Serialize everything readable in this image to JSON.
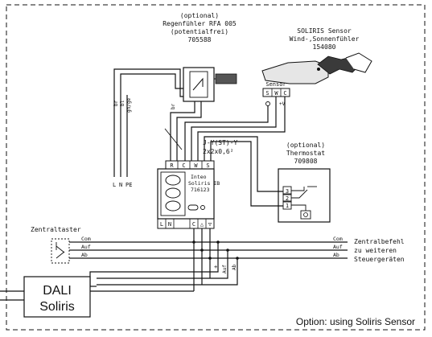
{
  "rain_sensor": {
    "optional": "(optional)",
    "name": "Regenfühler RFA 005",
    "note": "(potentialfrei)",
    "code": "705588"
  },
  "soliris_sensor": {
    "name": "SOLIRIS Sensor",
    "desc": "Wind-,Sonnenfühler",
    "code": "154080",
    "box_label": "Sensor",
    "pins": [
      "S",
      "W",
      "C"
    ],
    "plus": "+V"
  },
  "cable": {
    "type": "J-Y(ST)-Y",
    "spec": "2x2x0,6²"
  },
  "wire_labels": {
    "left": [
      "br",
      "bl",
      "gn/ge"
    ],
    "mid": "br"
  },
  "power_labels": [
    "L",
    "N",
    "PE"
  ],
  "controller": {
    "top_pins": [
      "R",
      "C",
      "W",
      "S"
    ],
    "brand": "Inteo",
    "name": "Soliris IB",
    "code": "716123",
    "bottom_pins": [
      "L",
      "N",
      "C",
      "△",
      "▽"
    ]
  },
  "thermostat": {
    "optional": "(optional)",
    "name": "Thermostat",
    "code": "709808",
    "pins": [
      "3",
      "2",
      "1"
    ]
  },
  "switch": {
    "title": "Zentraltaster"
  },
  "bus": {
    "lines": [
      "Com",
      "Auf",
      "Ab"
    ],
    "right_labels": [
      "Com",
      "Auf",
      "Ab"
    ],
    "right_text": [
      "Zentralbefehl",
      "zu weiteren",
      "Steuergeräten"
    ],
    "vertical_labels": [
      "+",
      "Auf",
      "Ab"
    ]
  },
  "dali": {
    "line1": "DALI",
    "line2": "Soliris"
  },
  "caption": "Option: using Soliris Sensor"
}
